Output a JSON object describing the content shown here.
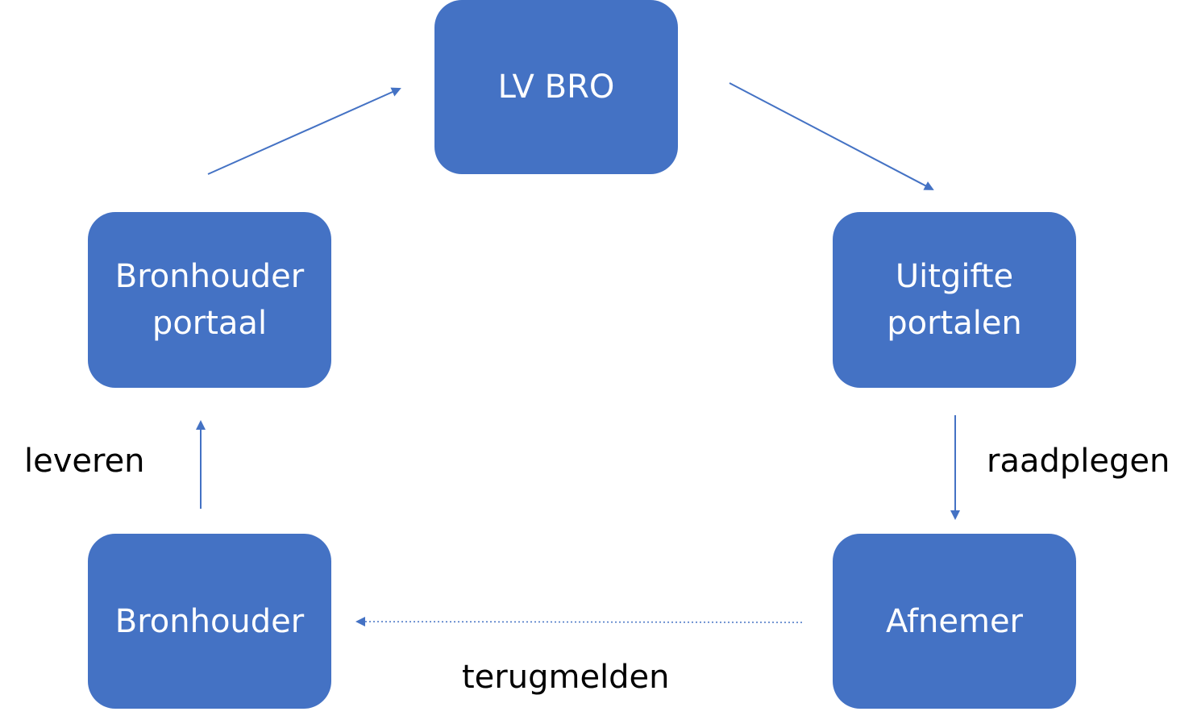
{
  "nodes": {
    "lv_bro": "LV BRO",
    "bronhouder_portaal": "Bronhouder\nportaal",
    "uitgifte_portalen": "Uitgifte\nportalen",
    "bronhouder": "Bronhouder",
    "afnemer": "Afnemer"
  },
  "edges": {
    "leveren": "leveren",
    "raadplegen": "raadplegen",
    "terugmelden": "terugmelden"
  },
  "colors": {
    "node_fill": "#4472C4",
    "arrow": "#4472C4",
    "node_text": "#FFFFFF",
    "label_text": "#000000"
  }
}
